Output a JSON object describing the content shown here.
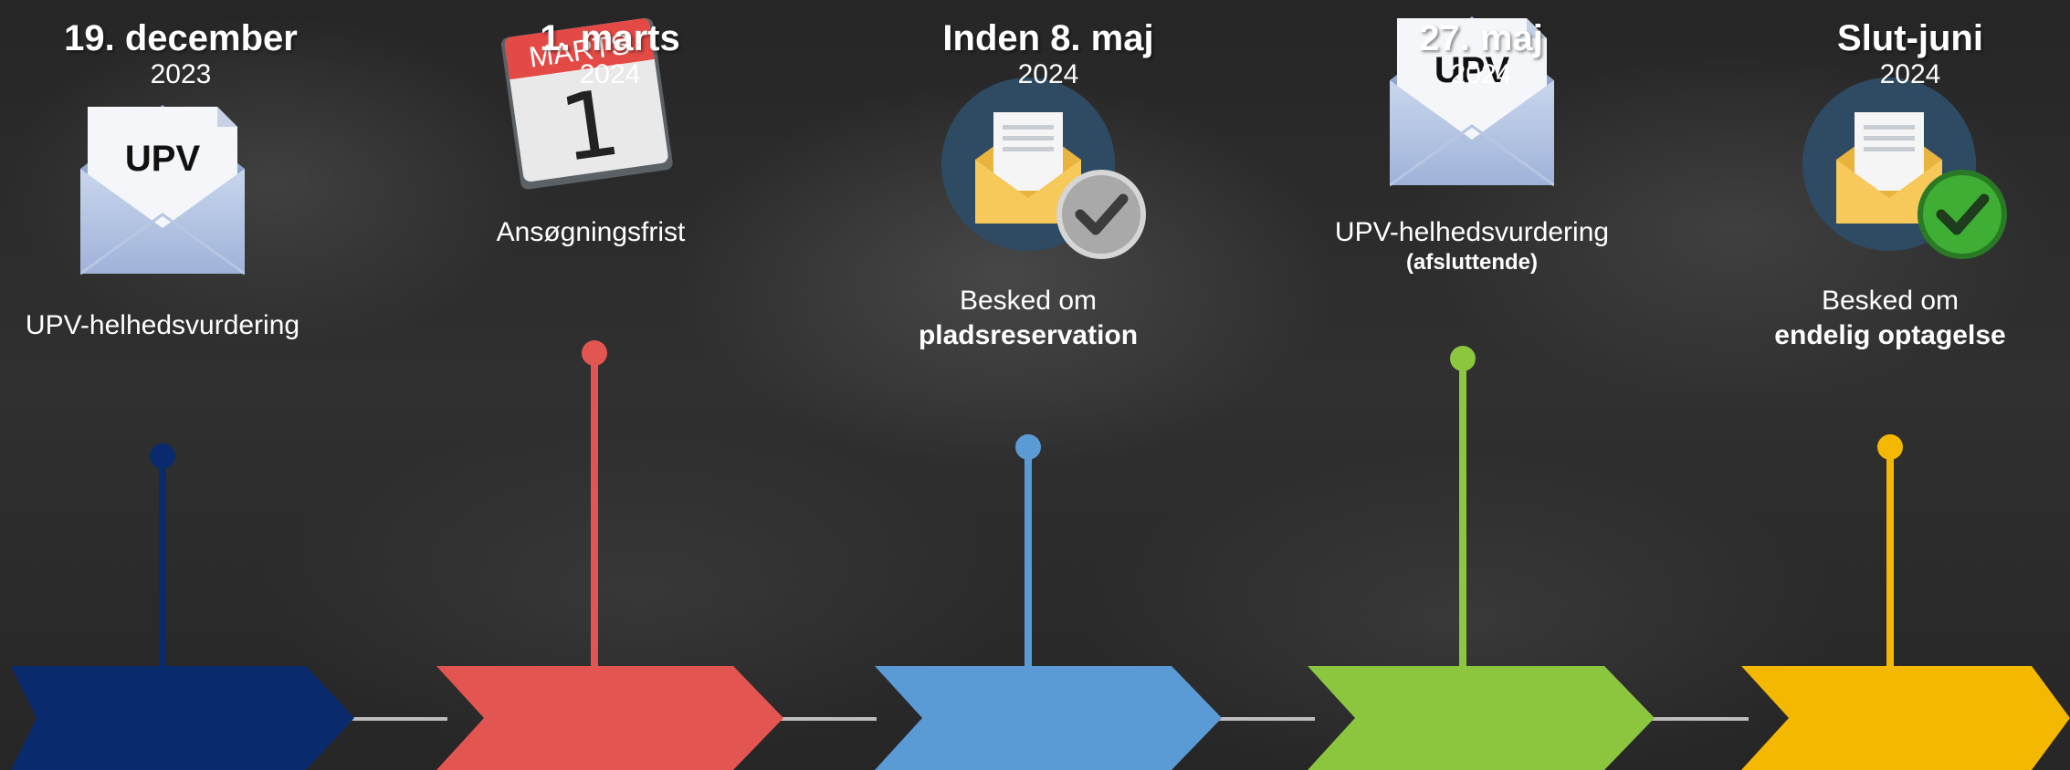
{
  "milestones": [
    {
      "date": "19. december",
      "year": "2023",
      "title": "UPV-helhedsvurdering",
      "icon": "upv-envelope-icon",
      "envelope_text": "UPV",
      "color": "#0a2a6e"
    },
    {
      "date": "1. marts",
      "year": "2024",
      "title": "Ansøgningsfrist",
      "icon": "calendar-icon",
      "calendar_month": "MARTS",
      "calendar_day": "1",
      "color": "#e35550"
    },
    {
      "date": "Inden 8. maj",
      "year": "2024",
      "title_line1": "Besked om",
      "title_line2": "pladsreservation",
      "icon": "mail-check-grey-icon",
      "color": "#5b9bd5"
    },
    {
      "date": "27. maj",
      "year": "2024",
      "title": "UPV-helhedsvurdering",
      "subtitle": "(afsluttende)",
      "icon": "upv-envelope-icon",
      "envelope_text": "UPV",
      "color": "#8cc63f"
    },
    {
      "date": "Slut-juni",
      "year": "2024",
      "title_line1": "Besked om",
      "title_line2": "endelig optagelse",
      "icon": "mail-check-green-icon",
      "color": "#f5b800"
    }
  ],
  "connector_color": "#bdbdbd"
}
